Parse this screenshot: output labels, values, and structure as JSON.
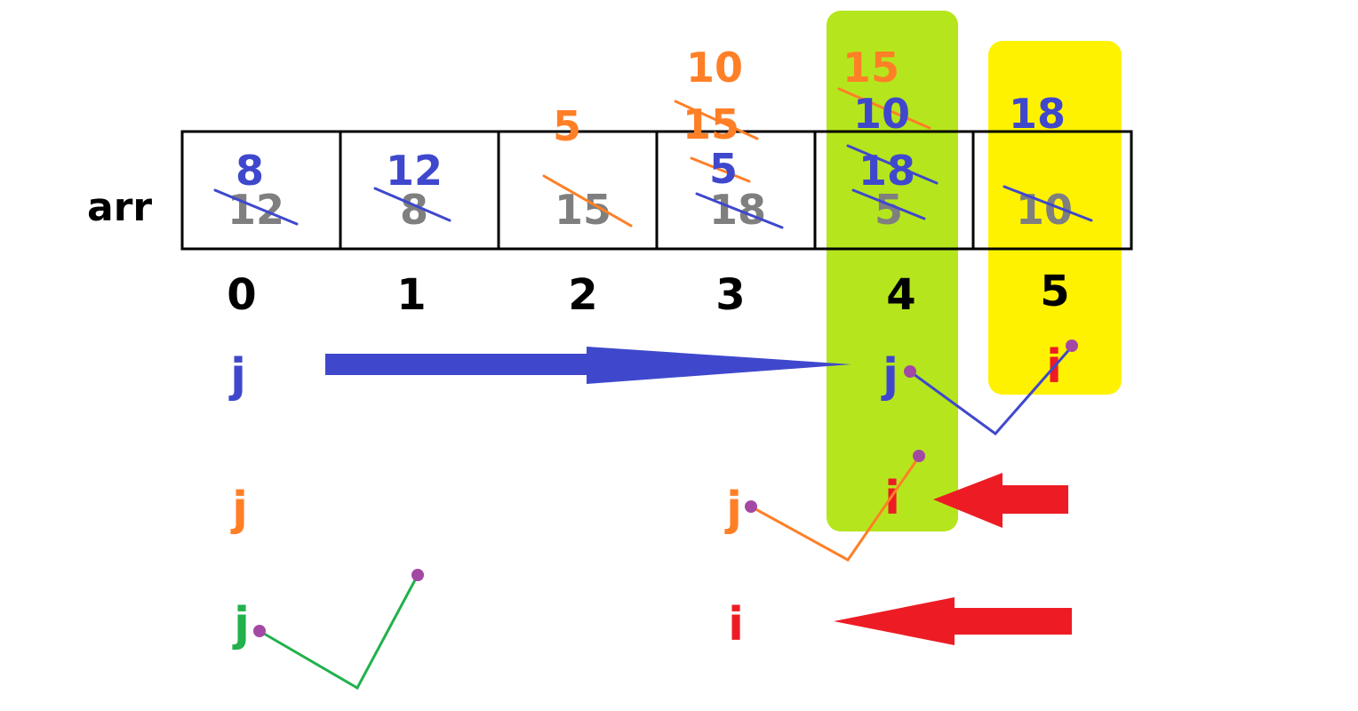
{
  "array": {
    "label": "arr",
    "indices": [
      "0",
      "1",
      "2",
      "3",
      "4",
      "5"
    ],
    "original_values": [
      "12",
      "8",
      "15",
      "18",
      "5",
      "10"
    ]
  },
  "writes": {
    "w0_8": "8",
    "w1_12": "12",
    "w2_5": "5",
    "w3_5": "5",
    "w3_15": "15",
    "w3_10": "10",
    "w4_18": "18",
    "w4_10": "10",
    "w4_15": "15",
    "w5_18": "18"
  },
  "pointers": {
    "j": "j",
    "i": "i"
  },
  "colors": {
    "original": "#7f7f7f",
    "pass1": "#3f48cc",
    "pass2": "#ff7f27",
    "pass3": "#22b14c",
    "pointer_i": "#ed1c24",
    "dot": "#a349a4",
    "highlight_green": "#b5e61d",
    "highlight_yellow": "#fff200"
  }
}
